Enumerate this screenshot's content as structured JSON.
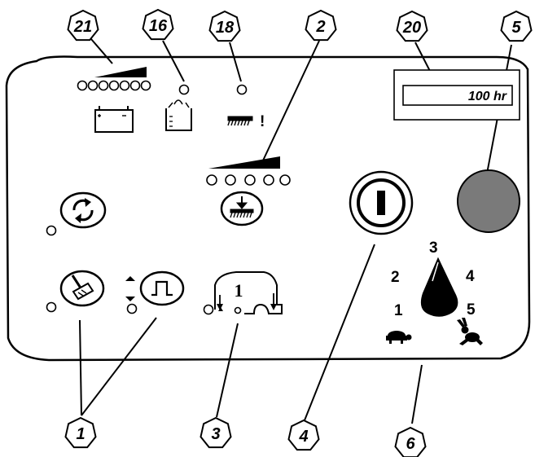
{
  "callouts": [
    {
      "id": "c21",
      "label": "21"
    },
    {
      "id": "c16",
      "label": "16"
    },
    {
      "id": "c18",
      "label": "18"
    },
    {
      "id": "c2",
      "label": "2"
    },
    {
      "id": "c20",
      "label": "20"
    },
    {
      "id": "c5",
      "label": "5"
    },
    {
      "id": "c1",
      "label": "1"
    },
    {
      "id": "c3",
      "label": "3"
    },
    {
      "id": "c4",
      "label": "4"
    },
    {
      "id": "c6",
      "label": "6"
    }
  ],
  "hour_meter": {
    "value": "100 hr"
  },
  "brush_warning": {
    "mark": "!"
  },
  "scrub_mode": {
    "number": "1"
  },
  "speed_dial": {
    "labels": [
      "1",
      "2",
      "3",
      "4",
      "5"
    ]
  },
  "colors": {
    "line": "#000000",
    "knob": "#7a7a7a",
    "panel": "#ffffff"
  },
  "icons": {
    "battery": "battery-icon",
    "solution_tank": "solution-tank-icon",
    "brush": "brush-icon",
    "cycle": "cycle-arrows-icon",
    "brush_pressure": "brush-pressure-icon",
    "squeegee": "squeegee-icon",
    "vacuum": "vacuum-icon",
    "one_touch": "one-touch-scrub-icon",
    "key": "key-switch-icon",
    "emergency": "emergency-stop-knob",
    "slow": "turtle-icon",
    "fast": "rabbit-icon"
  }
}
